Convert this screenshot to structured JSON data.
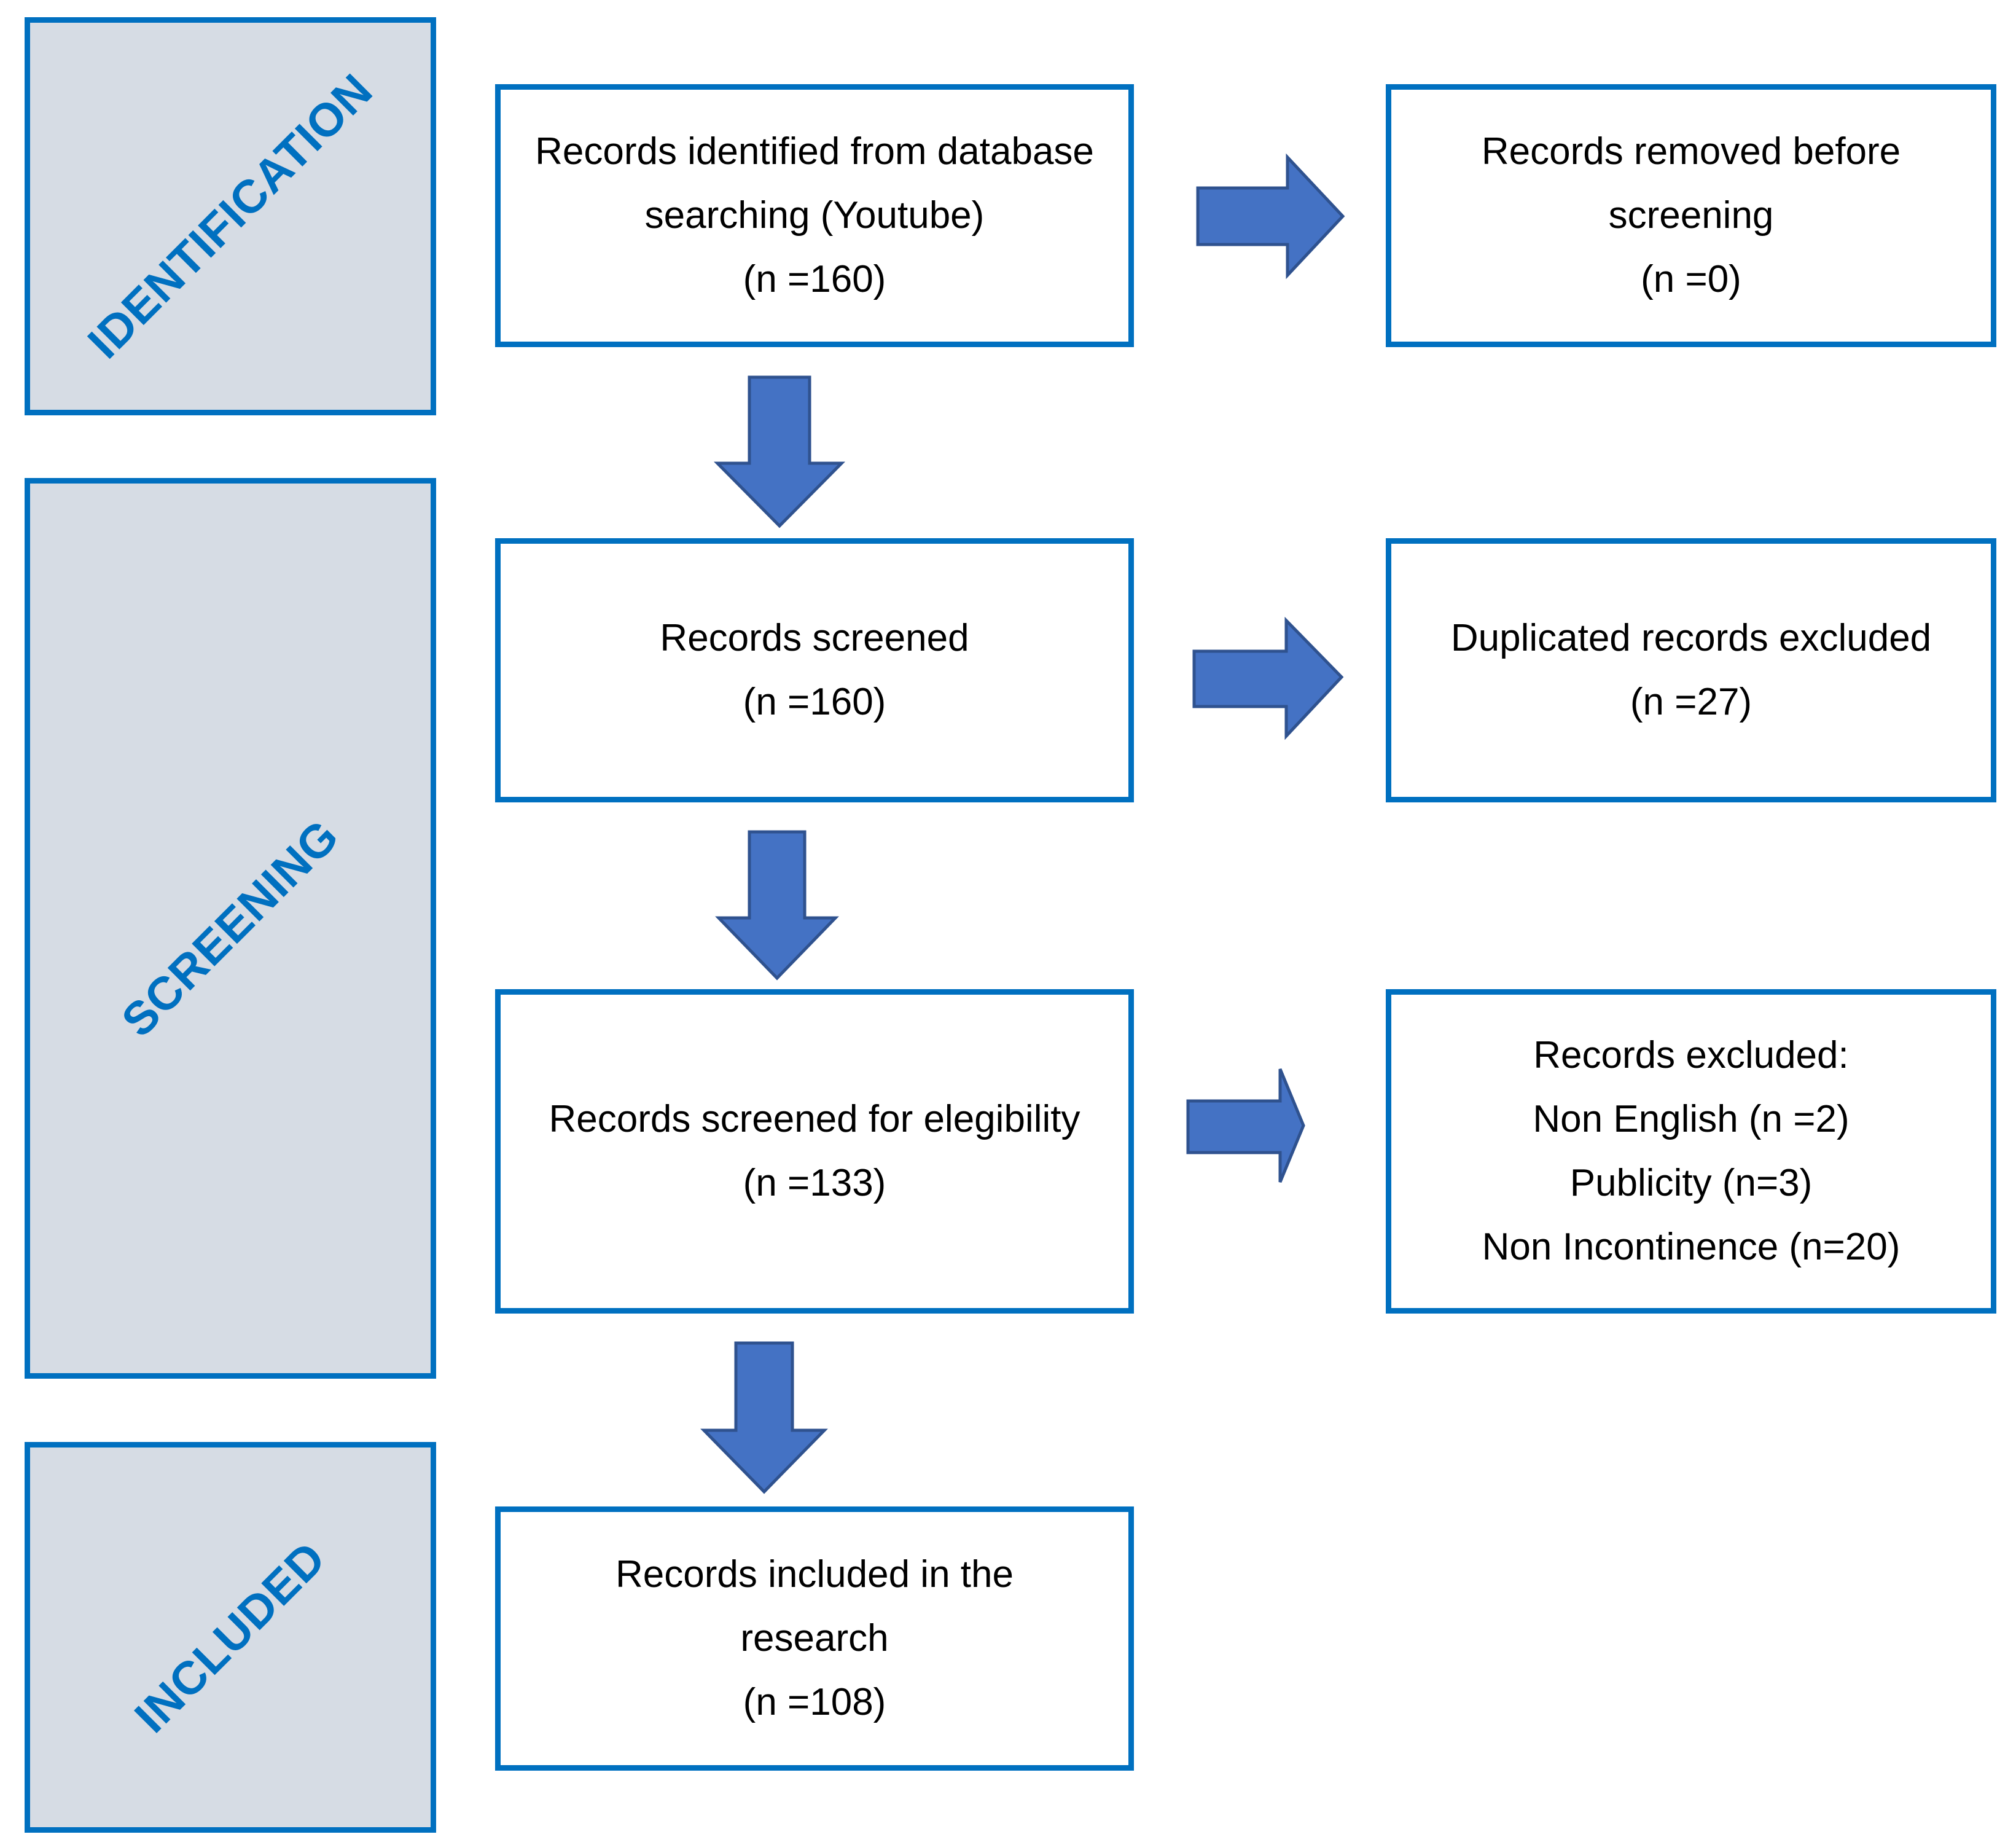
{
  "phases": {
    "identification": "IDENTIFICATION",
    "screening": "SCREENING",
    "included": "INCLUDED"
  },
  "boxes": {
    "identified": {
      "lines": [
        "Records identified from database",
        "searching (Youtube)",
        "(n =160)"
      ]
    },
    "removed": {
      "lines": [
        "Records removed before",
        "screening",
        "(n =0)"
      ]
    },
    "screened": {
      "lines": [
        "Records screened",
        "(n =160)"
      ]
    },
    "duplicated": {
      "lines": [
        "Duplicated records excluded",
        "(n =27)"
      ]
    },
    "eligibility": {
      "lines": [
        "Records screened for elegibility",
        "(n =133)"
      ]
    },
    "excluded": {
      "lines": [
        "Records excluded:",
        "Non English (n =2)",
        "Publicity (n=3)",
        "Non Incontinence (n=20)"
      ]
    },
    "included": {
      "lines": [
        "Records included in the",
        "research",
        "(n =108)"
      ]
    }
  },
  "colors": {
    "border": "#0070c0",
    "phase_fill": "#d6dce4",
    "arrow_fill": "#4472c4",
    "arrow_stroke": "#2f528f"
  }
}
